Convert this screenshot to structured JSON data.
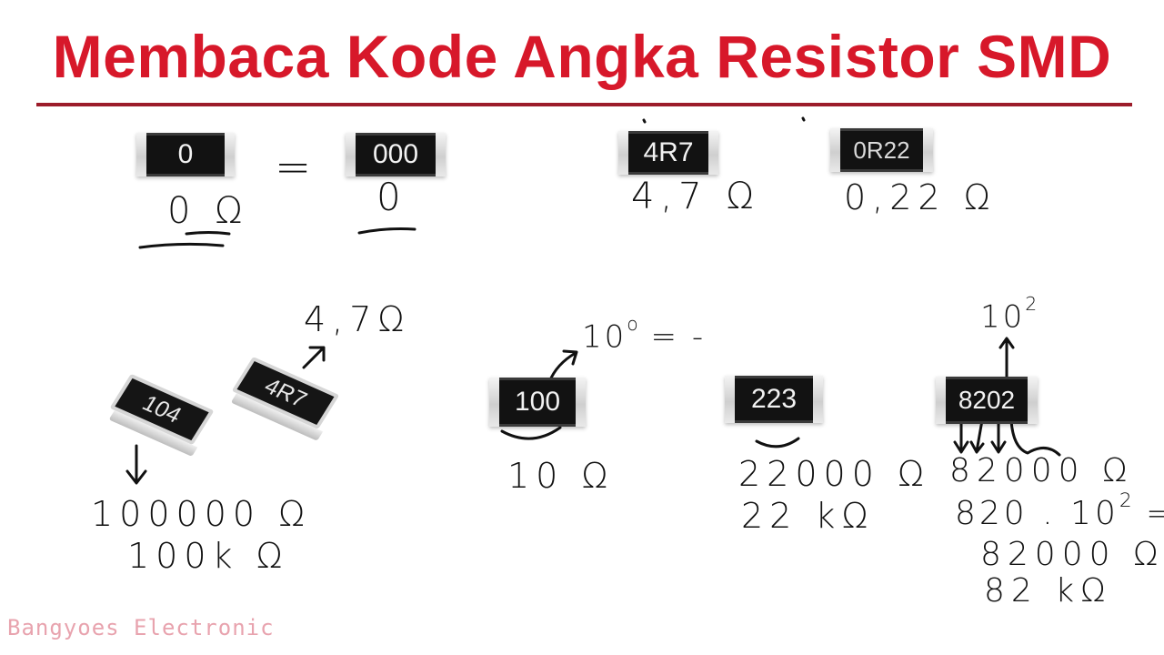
{
  "title": "Membaca Kode Angka Resistor SMD",
  "colors": {
    "title": "#d7182a",
    "ink": "#111111",
    "watermark": "#e8a3ae",
    "rule": "#9c1c2a"
  },
  "chips": {
    "zero": "0",
    "triple_zero": "000",
    "r_4r7": "4R7",
    "r_0r22": "0R22",
    "r_100": "100",
    "r_223": "223",
    "r_8202": "8202",
    "tilt_104": "104",
    "tilt_4r7": "4R7"
  },
  "notes": {
    "equals": "=",
    "zero_ohm": "0 Ω",
    "zero_plain": "0",
    "val_4_7": "4,7 Ω",
    "val_0_22": "0,22 Ω",
    "tilt_4_7": "4,7Ω",
    "ten_base": "10",
    "ten_exp": "o",
    "ten_tail": " = -",
    "val_10": "10 Ω",
    "val_22000": "22000 Ω",
    "val_22k": "22 kΩ",
    "pow_base": "10",
    "pow_exp": "2",
    "val_82000": "82000 Ω",
    "calc_base": "820 . 10",
    "calc_exp": "2",
    "calc_tail": " =",
    "val_82000b": "82000 Ω",
    "val_82k": "82 kΩ",
    "val_100000": "100000 Ω",
    "val_100k": "100k Ω"
  },
  "watermark": "Bangyoes Electronic"
}
